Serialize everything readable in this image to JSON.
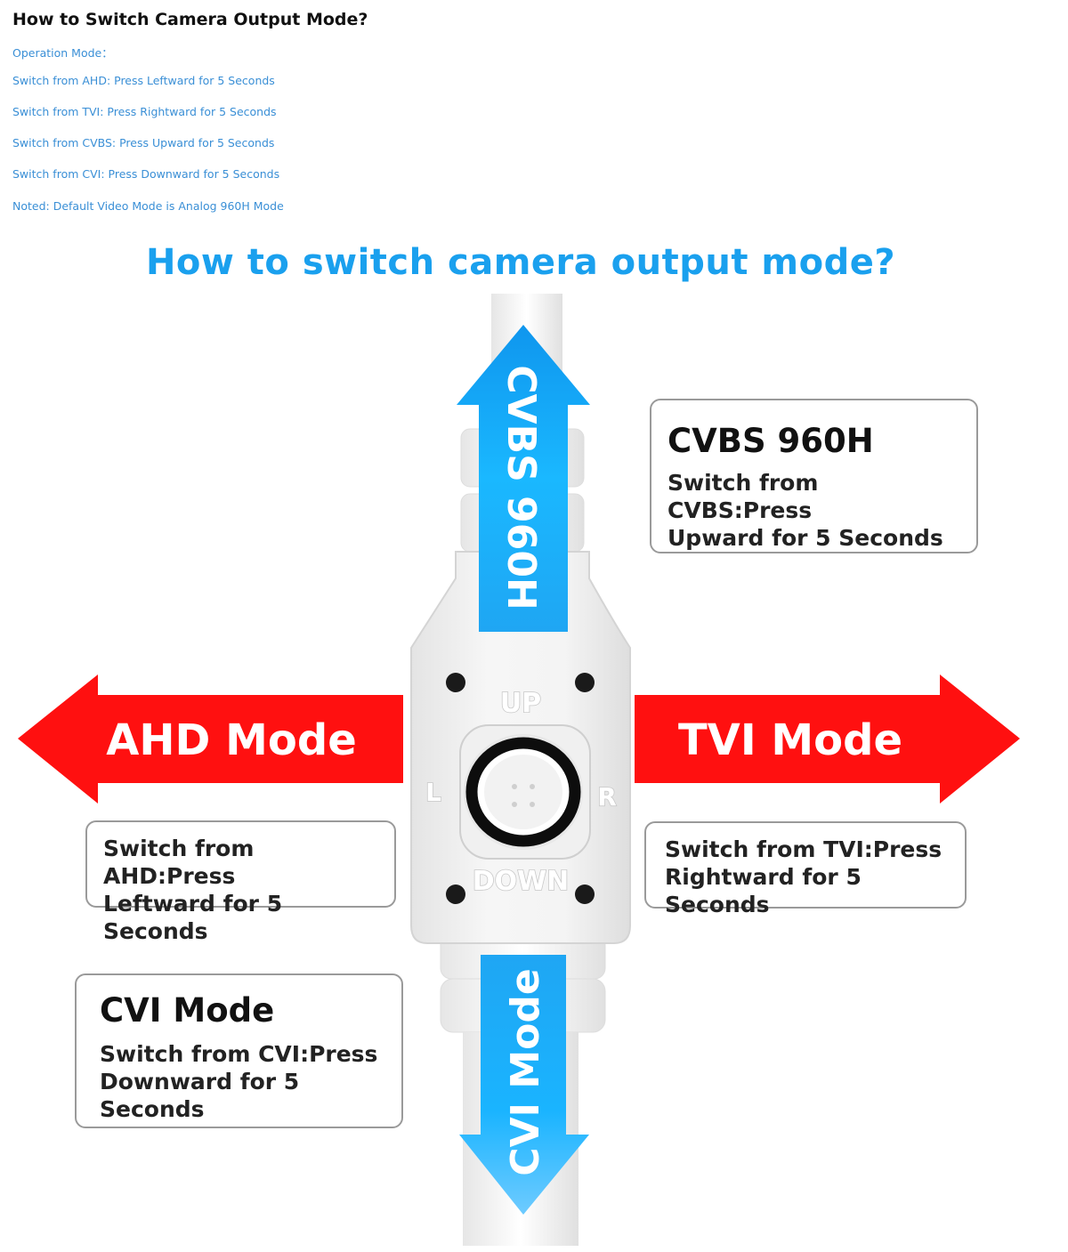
{
  "header": {
    "title": "How to Switch Camera Output Mode?",
    "lines": [
      "Operation Mode：",
      "Switch from AHD: Press Leftward for 5 Seconds",
      "Switch from TVI: Press Rightward for 5 Seconds",
      "Switch from CVBS: Press Upward for 5 Seconds",
      "Switch from CVI: Press Downward for 5 Seconds",
      "Noted: Default Video Mode is Analog 960H Mode"
    ]
  },
  "diagram": {
    "title": "How to switch camera output mode?",
    "arrow_up_label": "CVBS 960H",
    "arrow_down_label": "CVI Mode",
    "arrow_left_label": "AHD Mode",
    "arrow_right_label": "TVI Mode",
    "button_labels": {
      "up": "UP",
      "down": "DOWN",
      "left": "L",
      "right": "R"
    },
    "boxes": {
      "cvbs": {
        "title": "CVBS 960H",
        "text": "Switch from CVBS:Press\nUpward for 5 Seconds"
      },
      "ahd": {
        "text": "Switch from AHD:Press\nLeftward for 5 Seconds"
      },
      "tvi": {
        "text": "Switch from TVI:Press\nRightward for 5 Seconds"
      },
      "cvi": {
        "title": "CVI Mode",
        "text": "Switch from CVI:Press\nDownward for 5 Seconds"
      }
    }
  },
  "colors": {
    "accent_blue": "#1aa0ee",
    "arrow_red": "#ff1010",
    "info_text_blue": "#3a8fd6"
  },
  "icons": [
    "joystick-button-icon",
    "screw-hole-icon",
    "arrow-up-icon",
    "arrow-down-icon",
    "arrow-left-icon",
    "arrow-right-icon"
  ]
}
